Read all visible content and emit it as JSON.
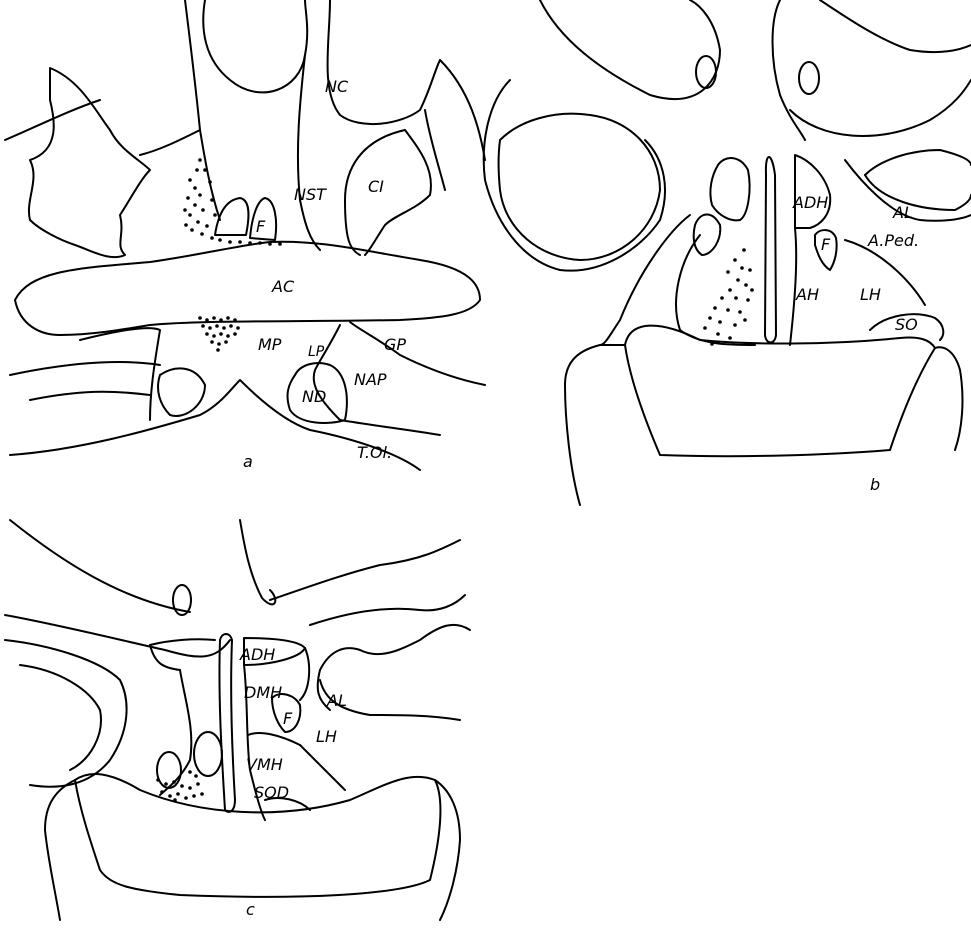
{
  "panels": [
    {
      "letter": "a",
      "labels": {
        "nc": "NC",
        "nst": "NST",
        "ci": "CI",
        "f": "F",
        "ac": "AC",
        "mp": "MP",
        "lp": "LP",
        "gp": "GP",
        "nd": "ND",
        "nap": "NAP",
        "tol": "T.Ol."
      }
    },
    {
      "letter": "b",
      "labels": {
        "adh": "ADH",
        "al": "AL",
        "f": "F",
        "aped": "A.Ped.",
        "ah": "AH",
        "lh": "LH",
        "so": "SO"
      }
    },
    {
      "letter": "c",
      "labels": {
        "adh": "ADH",
        "dmh": "DMH",
        "al": "AL",
        "f": "F",
        "lh": "LH",
        "vmh": "VMH",
        "sod": "SOD"
      }
    }
  ]
}
